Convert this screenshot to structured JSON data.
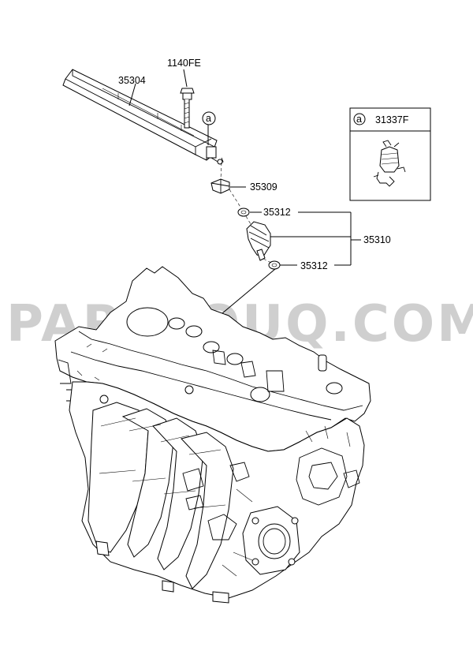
{
  "diagram": {
    "watermark": "PARTSOUQ.COM",
    "labels": {
      "bolt": "1140FE",
      "fuel_rail": "35304",
      "clip": "35309",
      "o_ring_upper": "35312",
      "injector_assy": "35310",
      "o_ring_lower": "35312"
    },
    "callout_marker": "a",
    "inset": {
      "marker": "a",
      "part_number": "31337F"
    }
  }
}
